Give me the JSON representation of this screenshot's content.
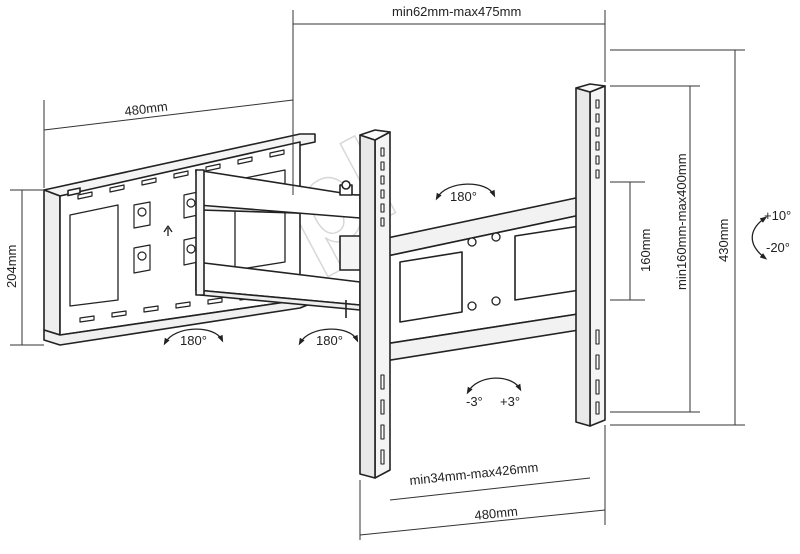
{
  "dimensions": {
    "depth_range": "min62mm-max475mm",
    "wall_plate_width": "480mm",
    "wall_plate_height": "204mm",
    "vesa_horizontal_range": "min34mm-max426mm",
    "tv_bracket_width": "480mm",
    "vesa_vertical_min": "160mm",
    "vesa_vertical_range": "min160mm-max400mm",
    "tv_bracket_height": "430mm"
  },
  "rotations": {
    "wall_swivel": "180°",
    "arm_swivel": "180°",
    "arm_head_swivel": "180°",
    "level_adjust_left": "-3°",
    "level_adjust_right": "+3°",
    "tilt_up": "+10°",
    "tilt_down": "-20°"
  },
  "watermark": "3pl"
}
